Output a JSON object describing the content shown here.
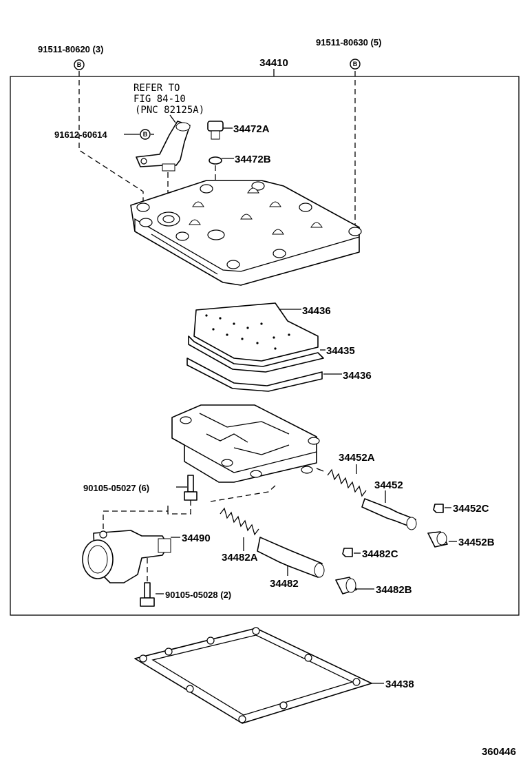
{
  "diagram_id": "360446",
  "assembly_number": "34410",
  "badge_letter": "B",
  "refer_note": {
    "line1": "REFER TO",
    "line2": "FIG 84-10",
    "line3": "(PNC 82125A)"
  },
  "labels": {
    "bolt_left": "91511-80620 (3)",
    "bolt_right": "91511-80630 (5)",
    "bolt_sensor": "91612-60614",
    "plug_a": "34472A",
    "plug_b": "34472B",
    "plate_upper_gasket": "34436",
    "separator_plate": "34435",
    "plate_lower_gasket": "34436",
    "spring_a": "34452A",
    "valve_34452": "34452",
    "clip_34452c": "34452C",
    "plug_34452b": "34452B",
    "bolt_solenoid_top": "90105-05027 (6)",
    "solenoid": "34490",
    "spring_b": "34482A",
    "clip_34482c": "34482C",
    "valve_34482": "34482",
    "plug_34482b": "34482B",
    "bolt_solenoid_bottom": "90105-05028 (2)",
    "pan_gasket": "34438"
  }
}
